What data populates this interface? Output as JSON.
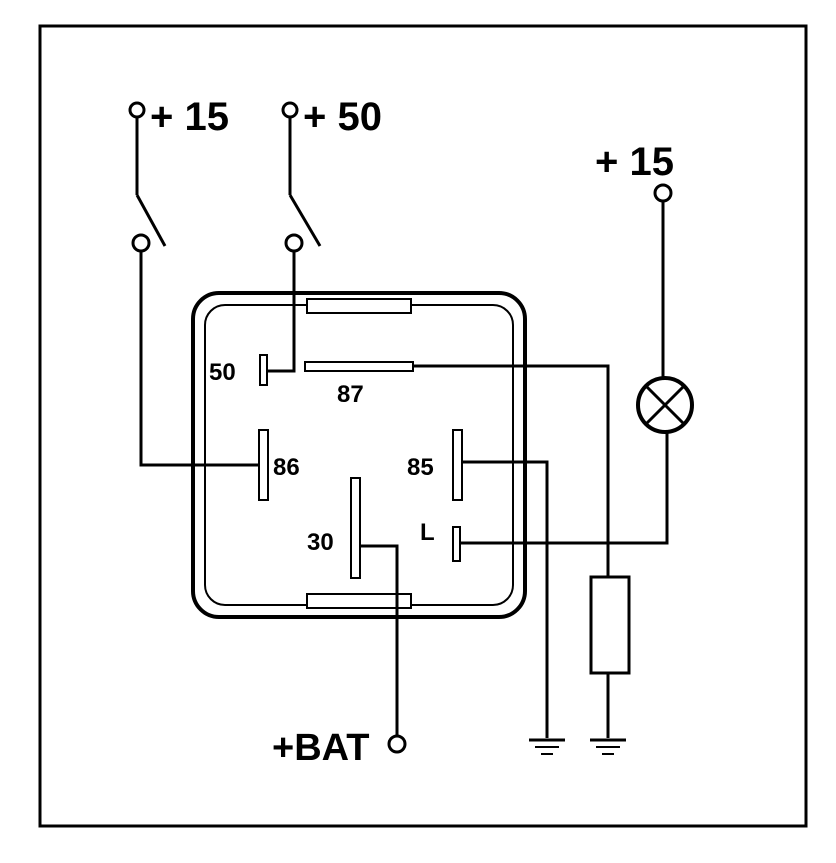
{
  "labels": {
    "switch1": "+ 15",
    "switch2": "+ 50",
    "lamp_supply": "+ 15",
    "t50": "50",
    "t87": "87",
    "t86": "86",
    "t85": "85",
    "t30": "30",
    "tL": "L",
    "battery": "+BAT"
  },
  "colors": {
    "line": "#000000",
    "background": "#ffffff"
  }
}
